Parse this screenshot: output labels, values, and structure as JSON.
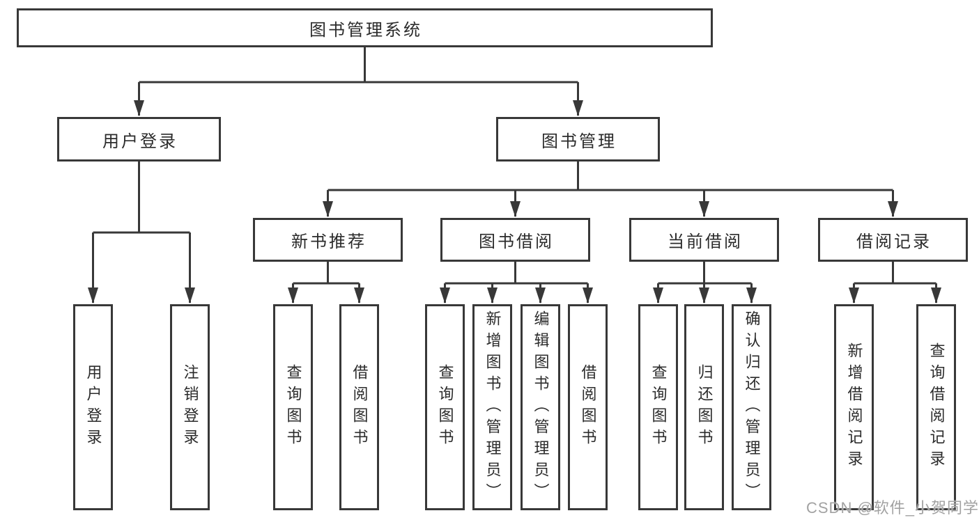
{
  "root": {
    "label": "图书管理系统"
  },
  "level2": {
    "user_login": {
      "label": "用户登录"
    },
    "book_mgmt": {
      "label": "图书管理"
    }
  },
  "level3": {
    "new_books": {
      "label": "新书推荐"
    },
    "borrowing": {
      "label": "图书借阅"
    },
    "current": {
      "label": "当前借阅"
    },
    "records": {
      "label": "借阅记录"
    }
  },
  "leaves": {
    "user_login": [
      {
        "label": "用户登录"
      },
      {
        "label": "注销登录"
      }
    ],
    "new_books": [
      {
        "label": "查询图书"
      },
      {
        "label": "借阅图书"
      }
    ],
    "borrowing": [
      {
        "label": "查询图书"
      },
      {
        "label": "新增图书（管理员）"
      },
      {
        "label": "编辑图书（管理员）"
      },
      {
        "label": "借阅图书"
      }
    ],
    "current": [
      {
        "label": "查询图书"
      },
      {
        "label": "归还图书"
      },
      {
        "label": "确认归还（管理员）"
      }
    ],
    "records": [
      {
        "label": "新增借阅记录"
      },
      {
        "label": "查询借阅记录"
      }
    ]
  },
  "watermark": {
    "text": "CSDN @软件_小贺同学"
  },
  "colors": {
    "line": "#383838",
    "text": "#2b2b2b",
    "watermark": "#a2a2a2",
    "background": "#ffffff"
  }
}
